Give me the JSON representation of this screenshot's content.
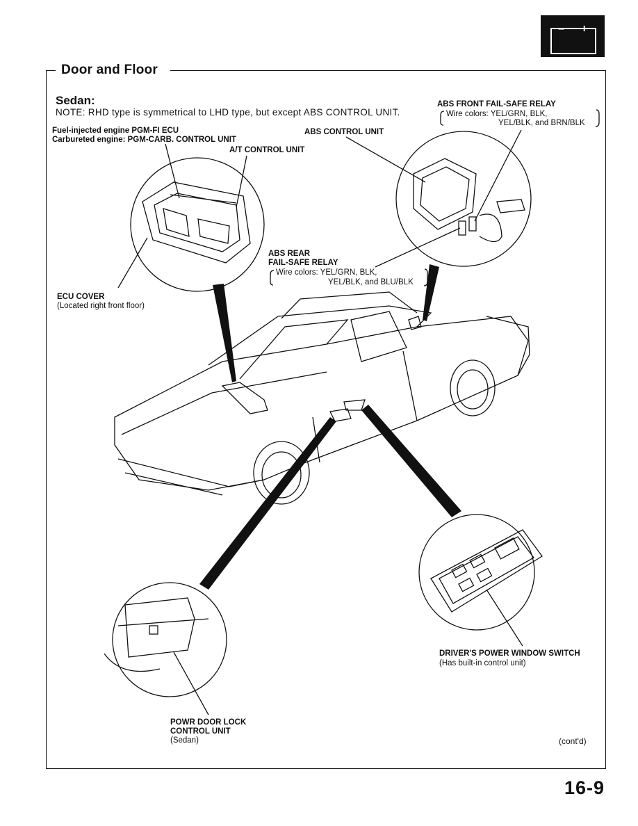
{
  "header": {
    "section_title": "Door and Floor",
    "battery_icon": "battery-icon"
  },
  "subtitle": "Sedan:",
  "note": "NOTE: RHD type is symmetrical to LHD type, but except ABS CONTROL UNIT.",
  "labels": {
    "ecu_line1": "Fuel-injected engine PGM-FI ECU",
    "ecu_line2": "Carbureted engine: PGM-CARB. CONTROL UNIT",
    "at_control": "A/T CONTROL UNIT",
    "abs_control": "ABS CONTROL UNIT",
    "abs_front_title": "ABS FRONT FAIL-SAFE RELAY",
    "abs_front_wire1": "Wire colors: YEL/GRN, BLK,",
    "abs_front_wire2": "YEL/BLK, and BRN/BLK",
    "abs_rear_title1": "ABS REAR",
    "abs_rear_title2": "FAIL-SAFE RELAY",
    "abs_rear_wire1": "Wire colors: YEL/GRN, BLK,",
    "abs_rear_wire2": "YEL/BLK, and BLU/BLK",
    "ecu_cover": "ECU COVER",
    "ecu_cover_note": "(Located right front floor)",
    "driver_switch": "DRIVER'S POWER WINDOW SWITCH",
    "driver_switch_note": "(Has built-in control unit)",
    "door_lock1": "POWR DOOR LOCK",
    "door_lock2": "CONTROL UNIT",
    "door_lock_note": "(Sedan)"
  },
  "footer": {
    "cont": "(cont'd)",
    "page_number": "16-9"
  }
}
